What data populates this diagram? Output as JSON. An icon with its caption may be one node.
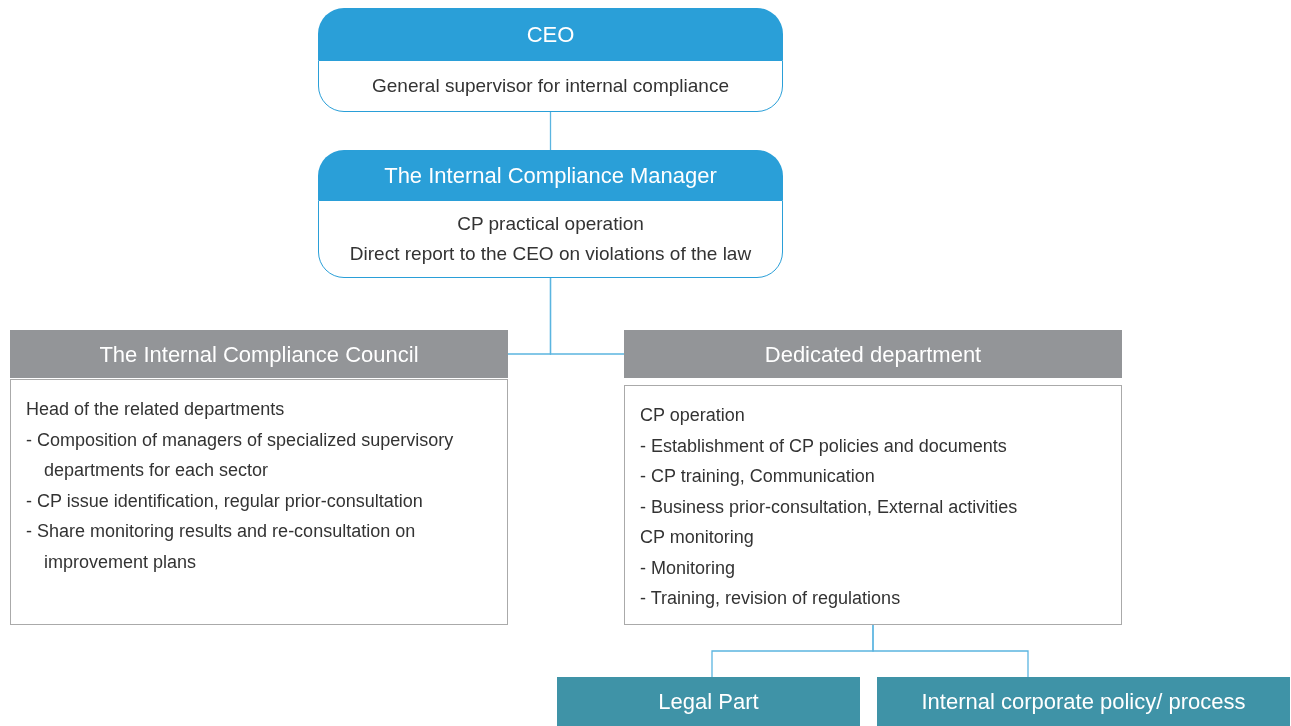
{
  "diagram": {
    "nodes": [
      {
        "text": [
          "CEO",
          "General supervisor for internal compliance"
        ]
      },
      {
        "text": [
          "The Internal Compliance Manager",
          "CP practical operation",
          "Direct report to the CEO on violations of the law"
        ]
      },
      {
        "text": [
          "The Internal Compliance Council",
          "Head of the related departments",
          "- Composition of managers of specialized supervisory departments for each sector",
          "- CP issue identification, regular prior-consultation",
          "- Share monitoring results and re-consultation on improvement plans"
        ]
      },
      {
        "text": [
          "Dedicated department",
          "CP operation",
          "- Establishment of CP policies and documents",
          "- CP training, Communication",
          "- Business prior-consultation, External activities",
          "CP monitoring",
          "- Monitoring",
          "- Training, revision of regulations"
        ]
      },
      {
        "text": [
          "Legal Part"
        ]
      },
      {
        "text": [
          "Internal corporate policy/ process"
        ]
      }
    ],
    "edges": [
      {
        "from": 0,
        "to": 1,
        "arrow": "none"
      },
      {
        "from": 1,
        "to": 2,
        "arrow": "none"
      },
      {
        "from": 1,
        "to": 3,
        "arrow": "none"
      },
      {
        "from": 3,
        "to": 4,
        "arrow": "none"
      },
      {
        "from": 3,
        "to": 5,
        "arrow": "none"
      }
    ]
  }
}
